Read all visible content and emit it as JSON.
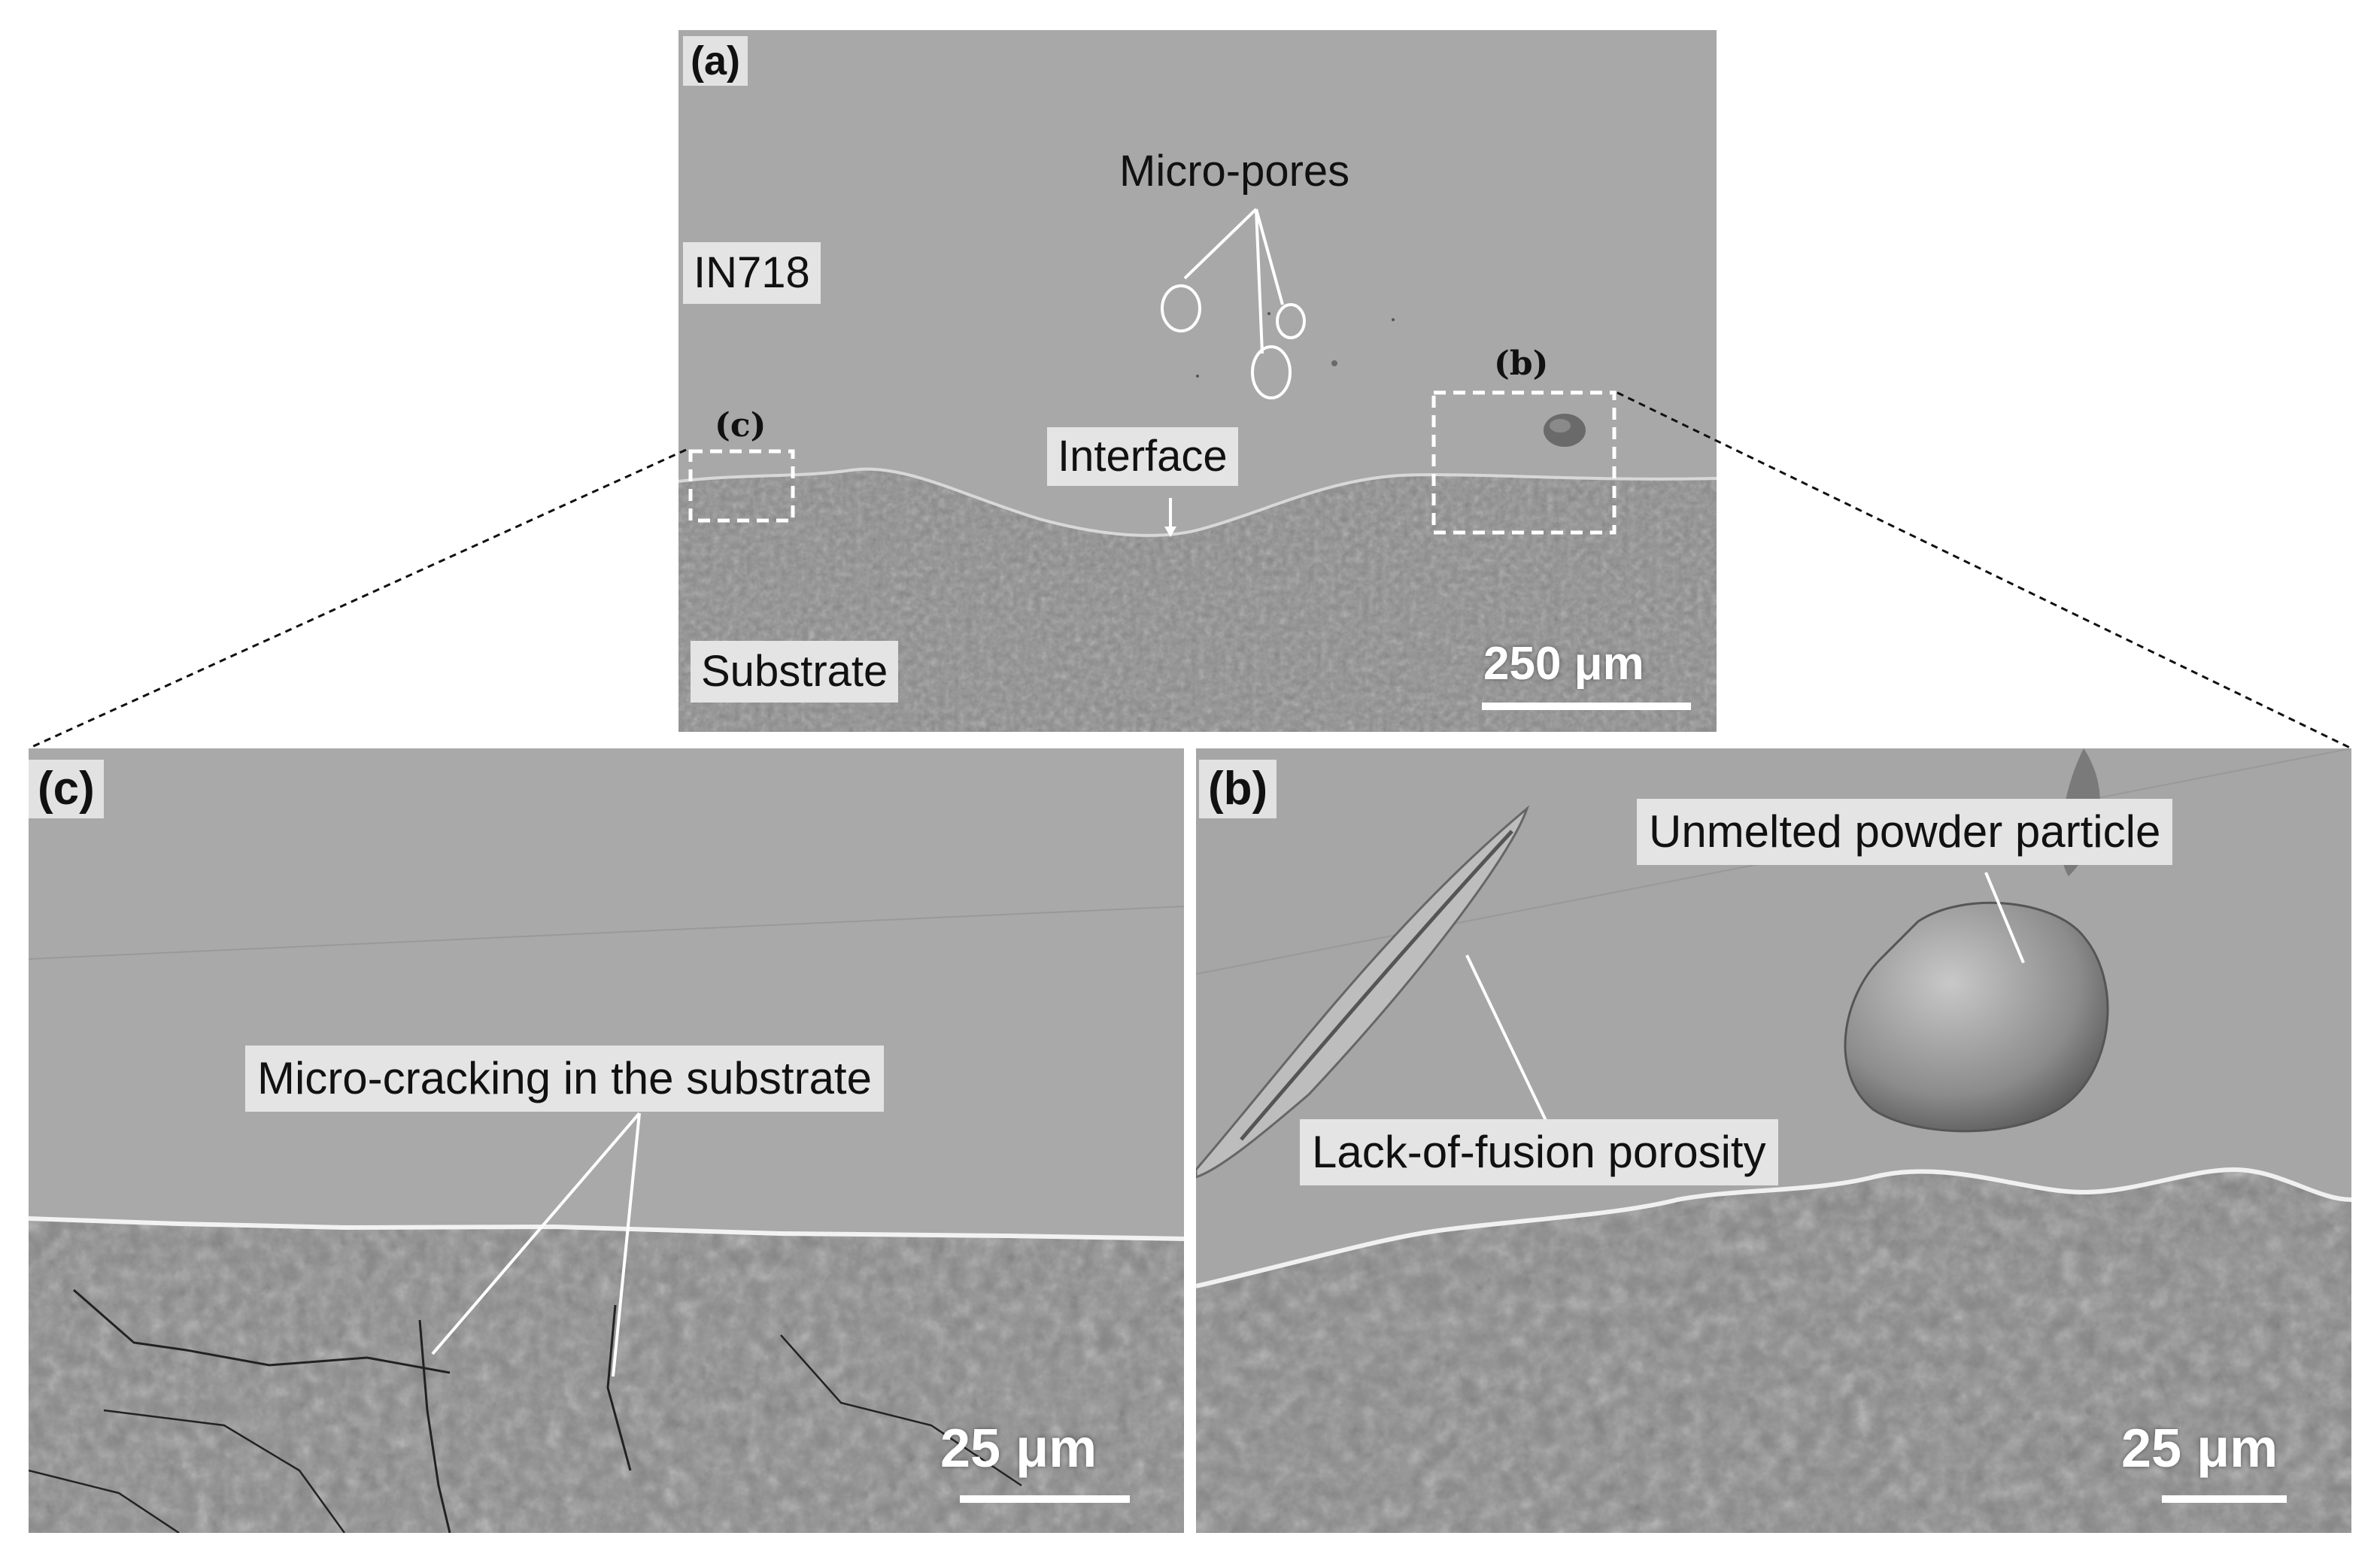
{
  "panel_a": {
    "label": "(a)",
    "region_top": "IN718",
    "region_bottom": "Substrate",
    "feature_pores": "Micro-pores",
    "feature_interface": "Interface",
    "inset_b": "(b)",
    "inset_c": "(c)",
    "scale": "250 μm"
  },
  "panel_c": {
    "label": "(c)",
    "annotation": "Micro-cracking in the substrate",
    "scale": "25 μm"
  },
  "panel_b": {
    "label": "(b)",
    "annotation_particle": "Unmelted powder particle",
    "annotation_porosity": "Lack-of-fusion porosity",
    "scale": "25 μm"
  },
  "colors": {
    "coating_gray": "#a9a9a9",
    "substrate_gray": "#8a8a8a",
    "label_background": "#e4e4e4",
    "annotation_line": "#ffffff"
  }
}
